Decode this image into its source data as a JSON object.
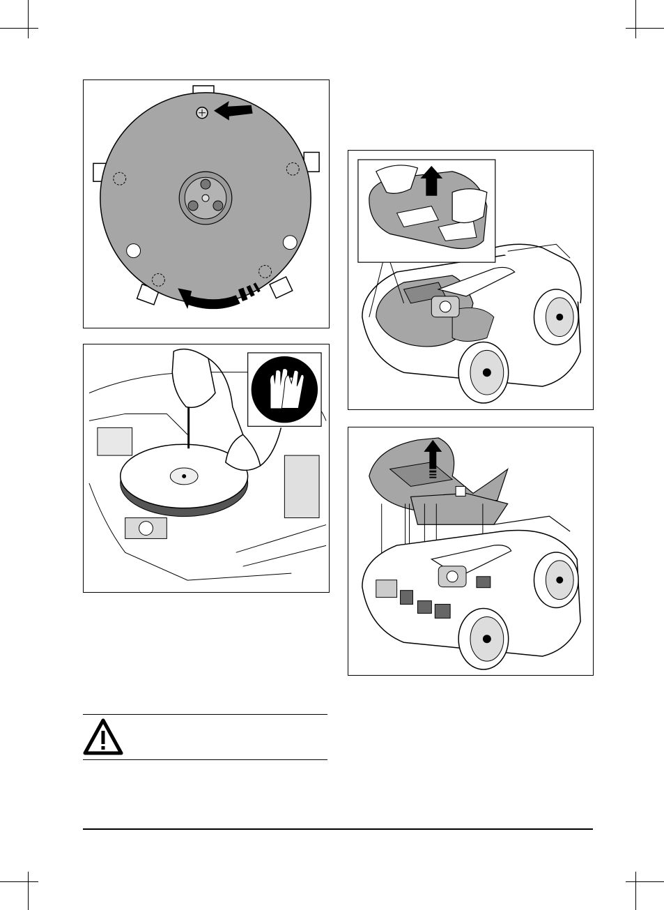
{
  "page": {
    "icons": {
      "crop_marks": "crop-mark-icon",
      "gloves": "protective-gloves-icon",
      "warning": "warning-triangle-icon"
    },
    "colors": {
      "ink": "#000000",
      "panel_gray": "#a6a6a6",
      "light_gray": "#cfcfcf",
      "paper": "#ffffff"
    }
  },
  "figures": [
    {
      "id": "blade-disc-screw"
    },
    {
      "id": "remove-blade-disc"
    },
    {
      "id": "lift-body-front"
    },
    {
      "id": "remove-body-cover"
    }
  ]
}
